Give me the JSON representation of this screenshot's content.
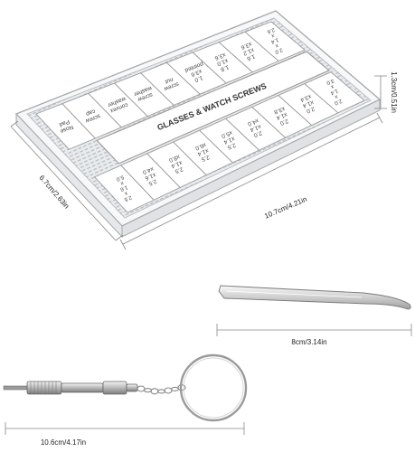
{
  "product_box": {
    "title_label": "GLASSES & WATCH SCREWS",
    "compartments_top": [
      {
        "lines": [
          "Nose",
          "Pad"
        ]
      },
      {
        "lines": [
          "screw",
          "cap"
        ]
      },
      {
        "lines": [
          "convex",
          "washer"
        ]
      },
      {
        "lines": [
          "screw",
          "washer"
        ]
      },
      {
        "lines": [
          "screw",
          "nut"
        ]
      },
      {
        "lines": [
          "1.0",
          "x3.6",
          "pointed"
        ]
      },
      {
        "lines": [
          "1.8",
          "x1.0",
          "x3.6"
        ]
      },
      {
        "lines": [
          "1.6",
          "x1.2",
          "x3.6"
        ]
      },
      {
        "lines": [
          "2.0",
          "x",
          "1.4",
          "x",
          "2.6"
        ]
      }
    ],
    "compartments_bottom": [
      {
        "lines": [
          "2.5",
          "x",
          "1.6",
          "x",
          "5.0"
        ]
      },
      {
        "lines": [
          "2.5",
          "x1.6",
          "x4.0"
        ]
      },
      {
        "lines": [
          "2.5",
          "x1.4",
          "x8.0"
        ]
      },
      {
        "lines": [
          "2.5",
          "x1.4",
          "x6.0"
        ]
      },
      {
        "lines": [
          "2.5",
          "x1.4",
          "x5.0"
        ]
      },
      {
        "lines": [
          "2.0",
          "x1.4",
          "x4.0"
        ]
      },
      {
        "lines": [
          "2.0",
          "x1.4",
          "x3.8"
        ]
      },
      {
        "lines": [
          "2.0",
          "x1.4",
          "x3.4"
        ]
      },
      {
        "lines": [
          "2.0",
          "x",
          "1.4",
          "x",
          "3.0"
        ]
      }
    ]
  },
  "dimensions": {
    "box_height": "1.3cm/0.51in",
    "box_width": "6.7cm/2.63in",
    "box_length": "10.7cm/4.21in",
    "tweezers_length": "8cm/3.14in",
    "screwdriver_length": "10.6cm/4.17in"
  },
  "colors": {
    "line": "#888888",
    "box_edge": "#9a9a9a",
    "metal_light": "#e6e6e6",
    "metal_dark": "#8a8a8a"
  }
}
